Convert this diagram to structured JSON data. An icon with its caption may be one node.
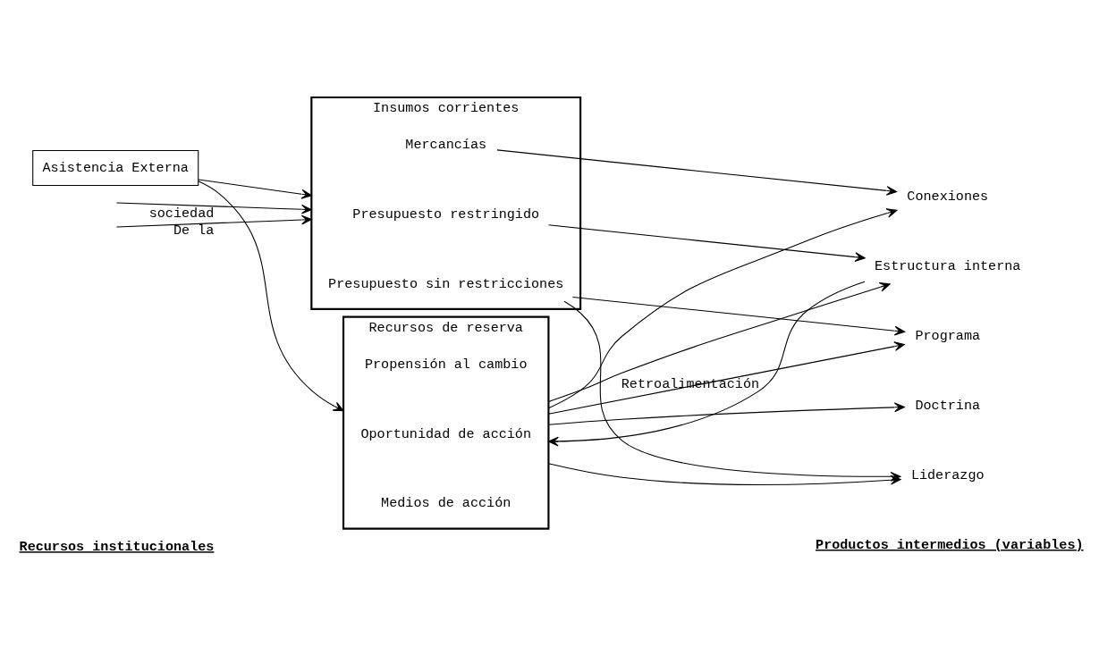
{
  "diagram": {
    "nodes": [
      {
        "text": [
          "Insumos corrientes"
        ]
      },
      {
        "text": [
          "Presupuesto sin restricciones"
        ],
        "in": 0
      },
      {
        "text": [
          "Presupuesto restringido"
        ],
        "in": 0
      },
      {
        "text": [
          "Mercancías"
        ],
        "in": 0
      },
      {
        "text": [
          "Recursos de reserva"
        ]
      },
      {
        "text": [
          "Propensión al cambio"
        ],
        "in": 4
      },
      {
        "text": [
          "Oportunidad de acción"
        ],
        "in": 4
      },
      {
        "text": [
          "Medios de acción"
        ],
        "in": 4
      },
      {
        "text": [
          "Liderazgo"
        ]
      },
      {
        "text": [
          "Doctrina"
        ]
      },
      {
        "text": [
          "Programa"
        ]
      },
      {
        "text": [
          "Estructura interna"
        ]
      },
      {
        "text": [
          "Conexiones"
        ]
      },
      {
        "text": [
          "Asistencia Externa"
        ]
      }
    ],
    "edges": [
      {
        "from": null,
        "to": 0,
        "arrow": "to",
        "label": "De la"
      },
      {
        "from": null,
        "to": 0,
        "arrow": "to",
        "label": "sociedad"
      },
      {
        "from": 13,
        "to": 0,
        "arrow": "to"
      },
      {
        "from": 13,
        "to": 4,
        "arrow": "to"
      },
      {
        "from": 1,
        "to": 8,
        "arrow": "to"
      },
      {
        "from": 1,
        "to": 10,
        "arrow": "to"
      },
      {
        "from": 2,
        "to": 11,
        "arrow": "to"
      },
      {
        "from": 3,
        "to": 12,
        "arrow": "to"
      },
      {
        "from": 4,
        "to": 8,
        "arrow": "to"
      },
      {
        "from": 4,
        "to": 9,
        "arrow": "to"
      },
      {
        "from": 4,
        "to": 10,
        "arrow": "to"
      },
      {
        "from": 4,
        "to": 11,
        "arrow": "to"
      },
      {
        "from": 4,
        "to": 12,
        "arrow": "to"
      },
      {
        "from": 11,
        "to": 4,
        "arrow": "to",
        "label": "Retroalimentación"
      }
    ],
    "labels": [
      "Recursos institucionales",
      "Productos intermedios (variables)"
    ]
  }
}
